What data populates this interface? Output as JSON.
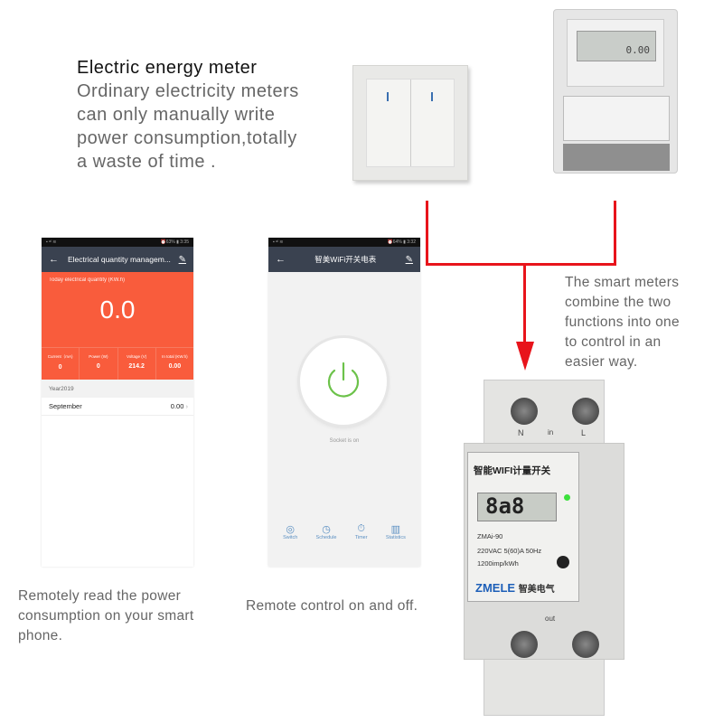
{
  "intro": {
    "title": "Electric energy meter",
    "lines": [
      "Ordinary electricity meters",
      "can only manually write",
      "power consumption,totally",
      "a waste of time ."
    ]
  },
  "right_text": {
    "lines": [
      "The smart meters",
      "combine the two",
      "functions into one",
      "to control in an",
      "easier way."
    ]
  },
  "phone1": {
    "status_left": "▪ ᵃˡ ≋",
    "status_right": "⏰63% ▮ 3:35",
    "title": "Electrical quantity managem...",
    "today_label": "Today electrical quantity (KW.h)",
    "today_value": "0.0",
    "stats": [
      {
        "label": "Current（mA)",
        "value": "0"
      },
      {
        "label": "Power (W)",
        "value": "0"
      },
      {
        "label": "Voltage (V)",
        "value": "214.2"
      },
      {
        "label": "In total (KW.h)",
        "value": "0.00"
      }
    ],
    "year": "Year2019",
    "month": "September",
    "month_value": "0.00"
  },
  "phone2": {
    "status_left": "▪ ᵃˡ ≋",
    "status_right": "⏰64% ▮ 3:32",
    "title": "智美WiFi开关电表",
    "status": "Socket is on",
    "accent": "#6cc24a",
    "tabs": [
      {
        "label": "Switch",
        "icon": "switch-icon"
      },
      {
        "label": "Schedule",
        "icon": "clock-icon"
      },
      {
        "label": "Timer",
        "icon": "stopwatch-icon"
      },
      {
        "label": "Statistics",
        "icon": "bar-chart-icon"
      }
    ]
  },
  "captions": {
    "left": [
      "Remotely read the power",
      "consumption on your smart",
      "phone."
    ],
    "middle": "Remote control on and off."
  },
  "device": {
    "title": "智能WIFI计量开关",
    "display": "8a8",
    "model": "ZMAi-90",
    "rating": "220VAC  5(60)A  50Hz",
    "constant": "1200imp/kWh",
    "brand": "ZMELE",
    "brand_cn": "智美电气",
    "terminal_n": "N",
    "terminal_l": "L",
    "terminal_in": "in",
    "terminal_out": "out"
  },
  "colors": {
    "arrow": "#e8141b",
    "orange": "#f95c3c",
    "header": "#3a4250"
  }
}
